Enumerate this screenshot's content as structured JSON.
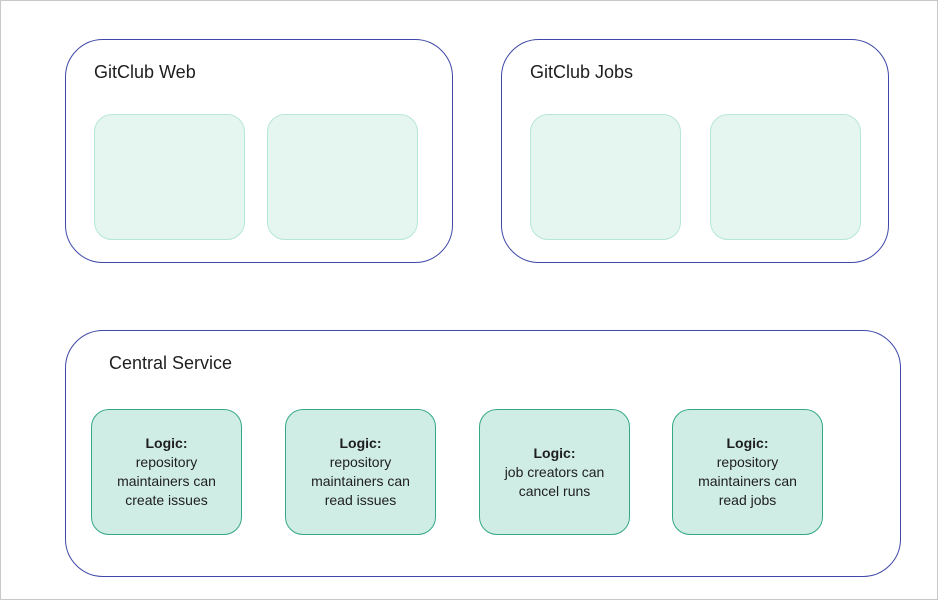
{
  "diagram": {
    "web_box": {
      "title": "GitClub Web"
    },
    "jobs_box": {
      "title": "GitClub Jobs"
    },
    "central_box": {
      "title": "Central Service",
      "logic_blocks": [
        {
          "label": "Logic:",
          "desc_lines": [
            "repository",
            "maintainers can",
            "create issues"
          ]
        },
        {
          "label": "Logic:",
          "desc_lines": [
            "repository",
            "maintainers can",
            "read issues"
          ]
        },
        {
          "label": "Logic:",
          "desc_lines": [
            "job creators can",
            "cancel runs"
          ]
        },
        {
          "label": "Logic:",
          "desc_lines": [
            "repository",
            "maintainers can",
            "read jobs"
          ]
        }
      ]
    },
    "colors": {
      "container_border": "#3f48a8",
      "logic_fill": "#d0ede5",
      "logic_border": "#33a886",
      "empty_slot_fill": "#e5f6f1",
      "empty_slot_border": "#b6e6d6"
    }
  }
}
